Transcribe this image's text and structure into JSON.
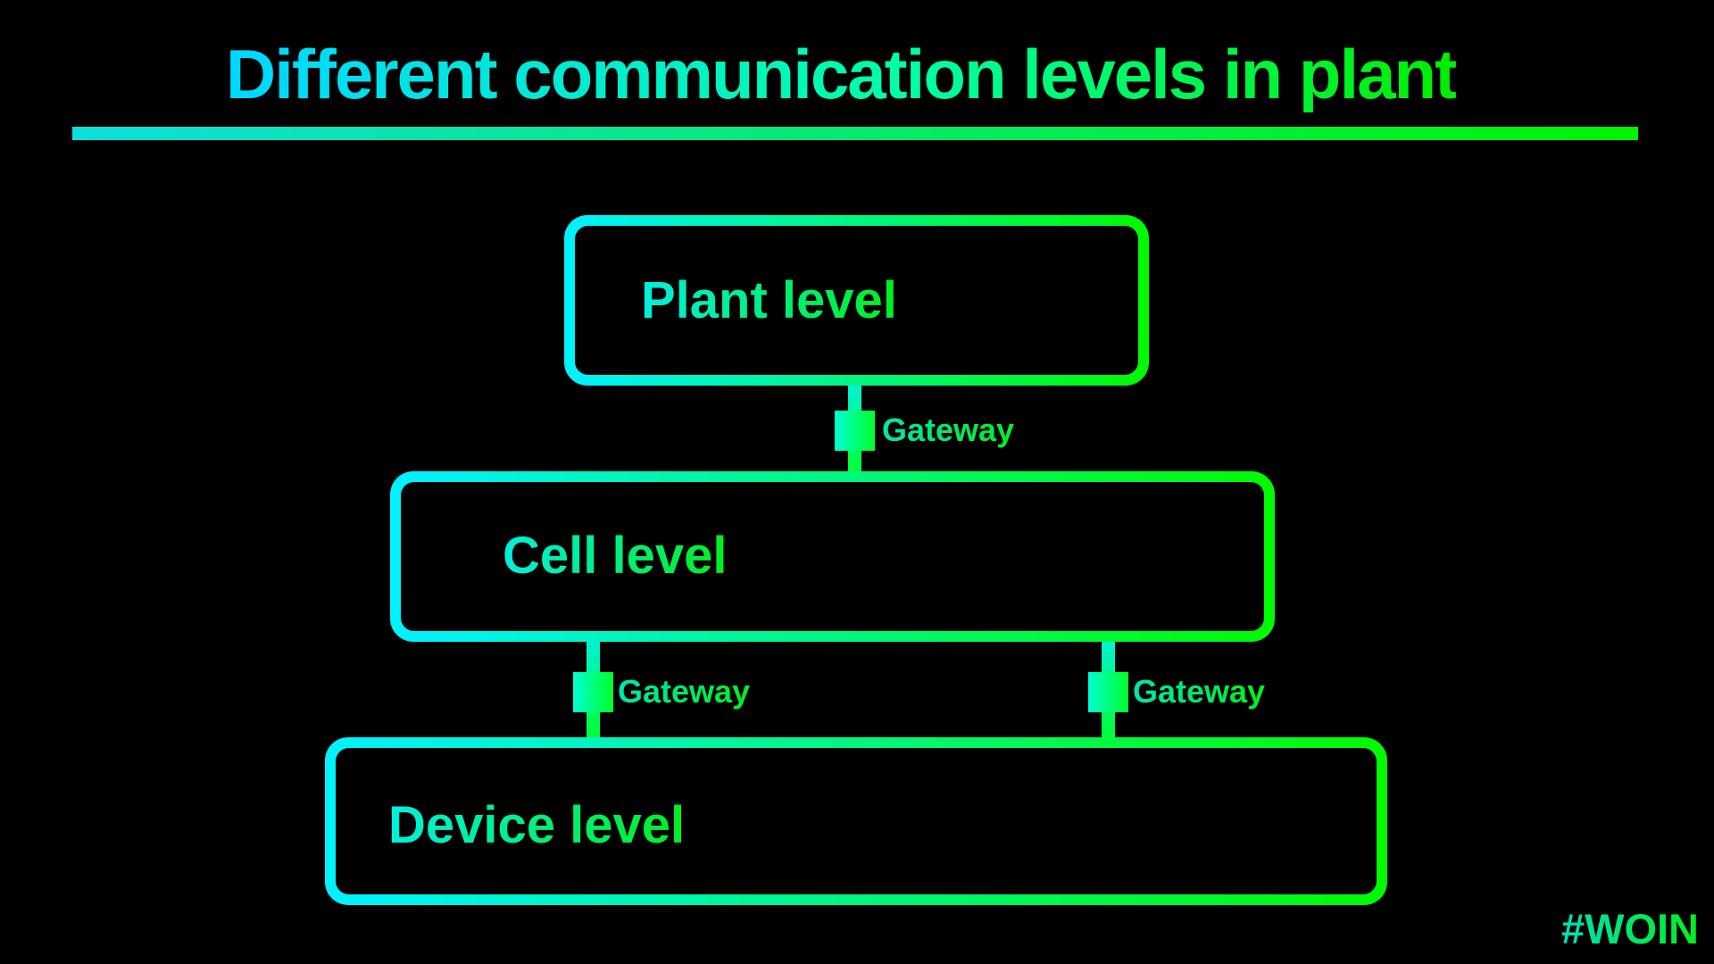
{
  "slide": {
    "title": "Different communication levels in plant",
    "watermark": "#WOIN"
  },
  "diagram": {
    "levels": [
      {
        "label": "Plant level"
      },
      {
        "label": "Cell level"
      },
      {
        "label": "Device level"
      }
    ],
    "gateways": [
      {
        "label": "Gateway",
        "icon": "gateway-square-icon"
      },
      {
        "label": "Gateway",
        "icon": "gateway-square-icon"
      },
      {
        "label": "Gateway",
        "icon": "gateway-square-icon"
      }
    ]
  },
  "colors": {
    "background": "#000000",
    "gradient_start_cyan": "#00f2ff",
    "gradient_end_green": "#00fa00",
    "title_gradient_start": "#00d7ff",
    "title_gradient_end": "#00ee00"
  }
}
